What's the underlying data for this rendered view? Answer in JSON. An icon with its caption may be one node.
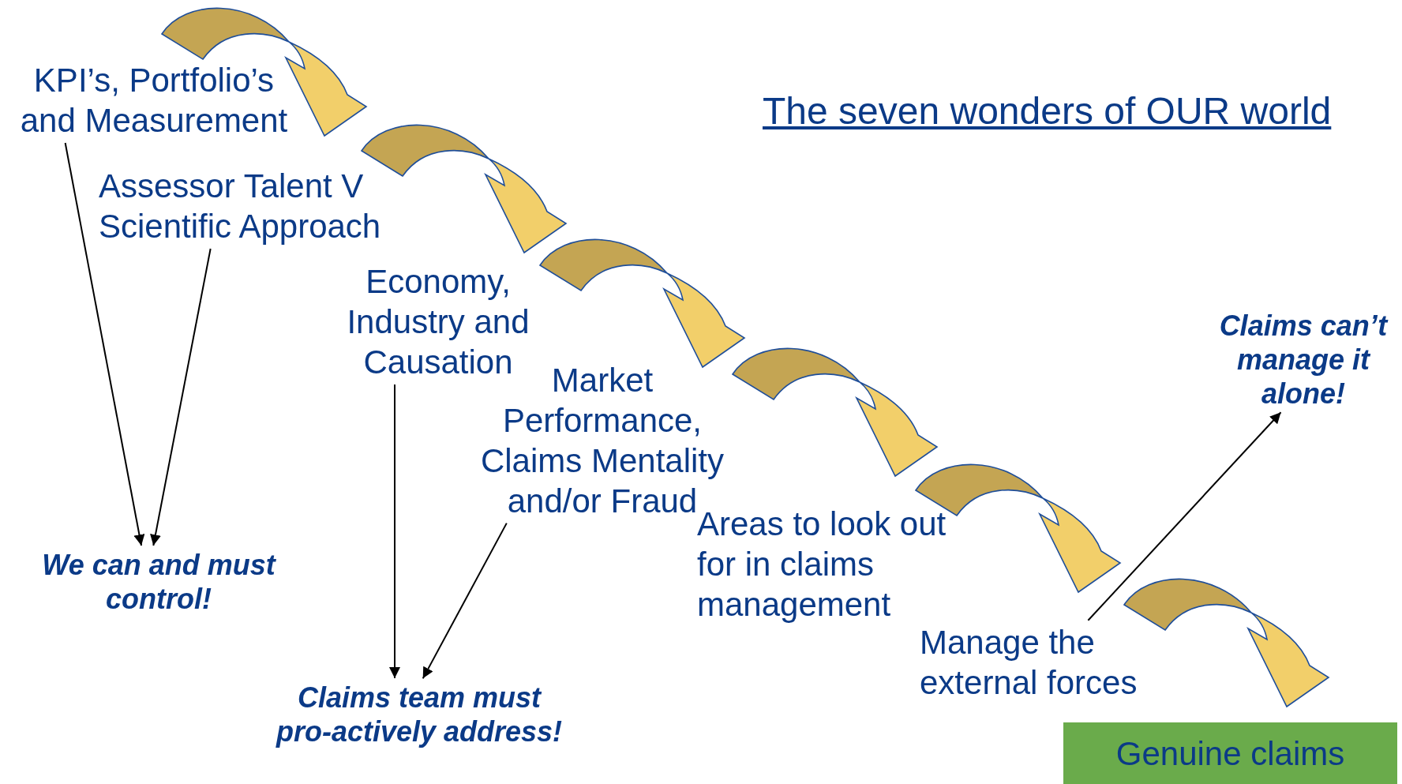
{
  "diagram": {
    "title": "The seven wonders of OUR world",
    "nodes": [
      {
        "text": [
          "KPI’s, Portfolio’s and Measurement"
        ]
      },
      {
        "text": [
          "Assessor Talent V Scientific Approach"
        ]
      },
      {
        "text": [
          "Economy, Industry and Causation"
        ]
      },
      {
        "text": [
          "Market Performance, Claims Mentality and/or Fraud"
        ]
      },
      {
        "text": [
          "Areas to look out for in claims management"
        ]
      },
      {
        "text": [
          "Manage the external forces"
        ]
      },
      {
        "text": [
          "Genuine claims"
        ]
      },
      {
        "text": [
          "We can and must control!"
        ]
      },
      {
        "text": [
          "Claims team must pro-actively address!"
        ]
      },
      {
        "text": [
          "Claims can’t manage it alone!"
        ]
      }
    ],
    "edges": [
      {
        "from": 0,
        "to": 7,
        "arrow": "to"
      },
      {
        "from": 1,
        "to": 7,
        "arrow": "to"
      },
      {
        "from": 2,
        "to": 8,
        "arrow": "to"
      },
      {
        "from": 3,
        "to": 8,
        "arrow": "to"
      },
      {
        "from": 5,
        "to": 9,
        "arrow": "to"
      }
    ]
  }
}
